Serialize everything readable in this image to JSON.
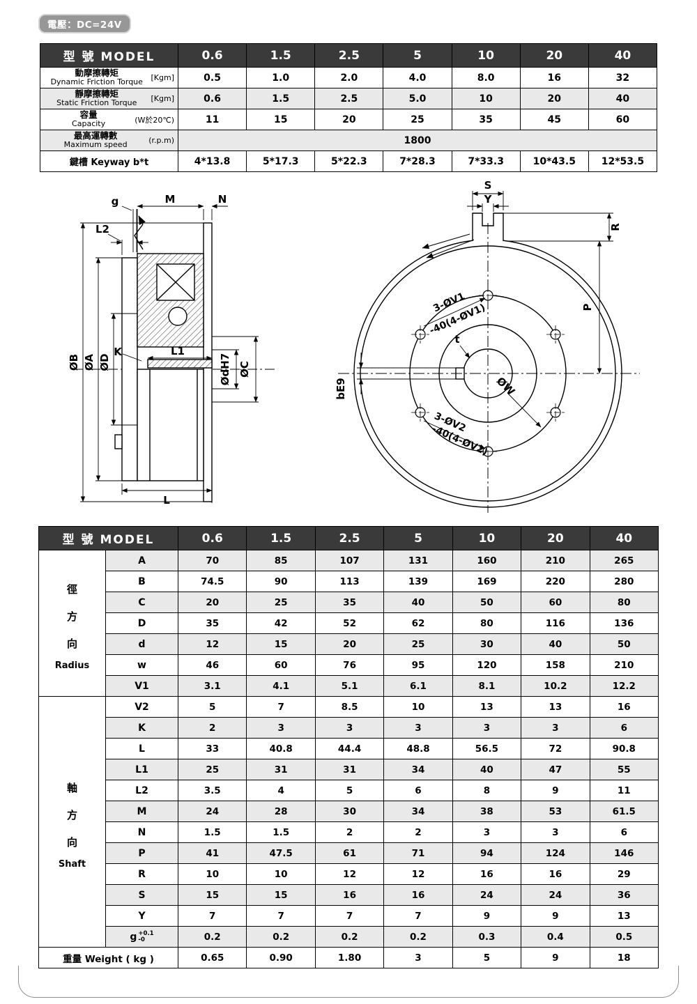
{
  "badge": {
    "text": "電壓：DC=24V"
  },
  "spec_table": {
    "model_label": "型 號 MODEL",
    "models": [
      "0.6",
      "1.5",
      "2.5",
      "5",
      "10",
      "20",
      "40"
    ],
    "rows": [
      {
        "zh": "動摩擦轉矩",
        "en": "Dynamic Friction Torque",
        "unit": "[Kgm]",
        "values": [
          "0.5",
          "1.0",
          "2.0",
          "4.0",
          "8.0",
          "16",
          "32"
        ]
      },
      {
        "zh": "靜摩擦轉矩",
        "en": "Static Friction Torque",
        "unit": "[Kgm]",
        "values": [
          "0.6",
          "1.5",
          "2.5",
          "5.0",
          "10",
          "20",
          "40"
        ]
      },
      {
        "zh": "容量",
        "en": "Capacity",
        "unit": "(W於20℃)",
        "values": [
          "11",
          "15",
          "20",
          "25",
          "35",
          "45",
          "60"
        ]
      },
      {
        "zh": "最高運轉數",
        "en": "Maximum speed",
        "unit": "(r.p.m)",
        "span": true,
        "values": [
          "1800"
        ]
      },
      {
        "zh": "鍵槽",
        "en": "Keyway b*t",
        "unit": "",
        "inline": true,
        "values": [
          "4*13.8",
          "5*17.3",
          "5*22.3",
          "7*28.3",
          "7*33.3",
          "10*43.5",
          "12*53.5"
        ]
      }
    ]
  },
  "dimension_table": {
    "model_label": "型 號 MODEL",
    "models": [
      "0.6",
      "1.5",
      "2.5",
      "5",
      "10",
      "20",
      "40"
    ],
    "groups": [
      {
        "zh": "徑\n方\n向",
        "en": "Radius",
        "rows": [
          {
            "name": "A",
            "values": [
              "70",
              "85",
              "107",
              "131",
              "160",
              "210",
              "265"
            ]
          },
          {
            "name": "B",
            "values": [
              "74.5",
              "90",
              "113",
              "139",
              "169",
              "220",
              "280"
            ]
          },
          {
            "name": "C",
            "values": [
              "20",
              "25",
              "35",
              "40",
              "50",
              "60",
              "80"
            ]
          },
          {
            "name": "D",
            "values": [
              "35",
              "42",
              "52",
              "62",
              "80",
              "116",
              "136"
            ]
          },
          {
            "name": "d",
            "values": [
              "12",
              "15",
              "20",
              "25",
              "30",
              "40",
              "50"
            ]
          },
          {
            "name": "w",
            "values": [
              "46",
              "60",
              "76",
              "95",
              "120",
              "158",
              "210"
            ]
          },
          {
            "name": "V1",
            "values": [
              "3.1",
              "4.1",
              "5.1",
              "6.1",
              "8.1",
              "10.2",
              "12.2"
            ]
          }
        ]
      },
      {
        "zh": "軸\n方\n向",
        "en": "Shaft",
        "rows": [
          {
            "name": "V2",
            "values": [
              "5",
              "7",
              "8.5",
              "10",
              "13",
              "13",
              "16"
            ]
          },
          {
            "name": "K",
            "values": [
              "2",
              "3",
              "3",
              "3",
              "3",
              "3",
              "6"
            ]
          },
          {
            "name": "L",
            "values": [
              "33",
              "40.8",
              "44.4",
              "48.8",
              "56.5",
              "72",
              "90.8"
            ]
          },
          {
            "name": "L1",
            "values": [
              "25",
              "31",
              "31",
              "34",
              "40",
              "47",
              "55"
            ]
          },
          {
            "name": "L2",
            "values": [
              "3.5",
              "4",
              "5",
              "6",
              "8",
              "9",
              "11"
            ]
          },
          {
            "name": "M",
            "values": [
              "24",
              "28",
              "30",
              "34",
              "38",
              "53",
              "61.5"
            ]
          },
          {
            "name": "N",
            "values": [
              "1.5",
              "1.5",
              "2",
              "2",
              "3",
              "3",
              "6"
            ]
          },
          {
            "name": "P",
            "values": [
              "41",
              "47.5",
              "61",
              "71",
              "94",
              "124",
              "146"
            ]
          },
          {
            "name": "R",
            "values": [
              "10",
              "10",
              "12",
              "12",
              "16",
              "16",
              "29"
            ]
          },
          {
            "name": "S",
            "values": [
              "15",
              "15",
              "16",
              "16",
              "24",
              "24",
              "36"
            ]
          },
          {
            "name": "Y",
            "values": [
              "7",
              "7",
              "7",
              "7",
              "9",
              "9",
              "13"
            ]
          },
          {
            "name": "g",
            "sup": "+0.1",
            "sub": "-0",
            "values": [
              "0.2",
              "0.2",
              "0.2",
              "0.2",
              "0.3",
              "0.4",
              "0.5"
            ]
          }
        ]
      }
    ],
    "weight_row": {
      "label": "重量  Weight ( kg )",
      "values": [
        "0.65",
        "0.90",
        "1.80",
        "3",
        "5",
        "9",
        "18"
      ]
    }
  },
  "drawing": {
    "left": {
      "g": "g",
      "M": "M",
      "N": "N",
      "L2": "L2",
      "B": "ØB",
      "A": "ØA",
      "D": "ØD",
      "K": "K",
      "L1": "L1",
      "dH7": "ØdH7",
      "C": "ØC",
      "L": "L"
    },
    "right": {
      "S": "S",
      "Y": "Y",
      "R": "R",
      "P": "P",
      "t": "t",
      "W": "ØW",
      "bE9": "bE9",
      "V1a": "3-ØV1",
      "V1b": "-40(4-ØV1)",
      "V2a": "3-ØV2",
      "V2b": "-40(4-ØV2)"
    }
  }
}
